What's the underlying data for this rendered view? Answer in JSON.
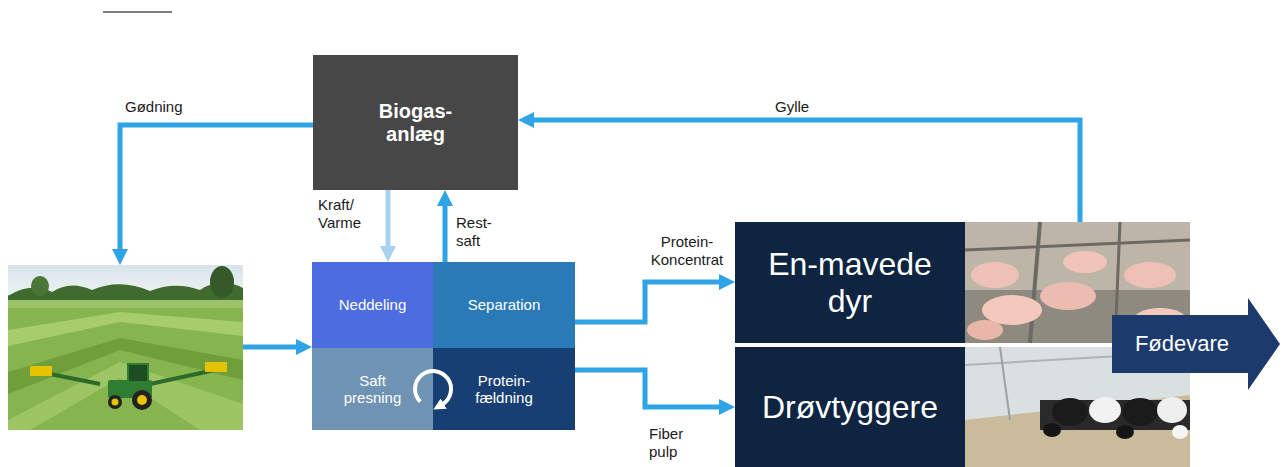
{
  "diagram": {
    "nodes": [
      {
        "text": [
          "Biogas- anlæg"
        ]
      },
      {
        "text": [
          "Neddeling"
        ]
      },
      {
        "text": [
          "Separation"
        ]
      },
      {
        "text": [
          "Saft presning"
        ]
      },
      {
        "text": [
          "Protein- fældning"
        ]
      },
      {
        "text": [
          "En-mavede dyr"
        ]
      },
      {
        "text": [
          "Drøvtyggere"
        ]
      },
      {
        "text": [
          "Fødevare"
        ]
      }
    ],
    "edges": [
      {
        "from": 0,
        "to": 1,
        "arrow": "to",
        "label": "Kraft/ Varme"
      },
      {
        "from": 2,
        "to": 0,
        "arrow": "to",
        "label": "Rest- saft"
      },
      {
        "from": 2,
        "to": 5,
        "arrow": "to",
        "label": "Protein- Koncentrat"
      },
      {
        "from": 4,
        "to": 6,
        "arrow": "to",
        "label": "Fiber pulp"
      },
      {
        "from": 5,
        "to": 0,
        "arrow": "to",
        "label": "Gylle"
      }
    ],
    "labels": [
      "Gødning"
    ]
  }
}
